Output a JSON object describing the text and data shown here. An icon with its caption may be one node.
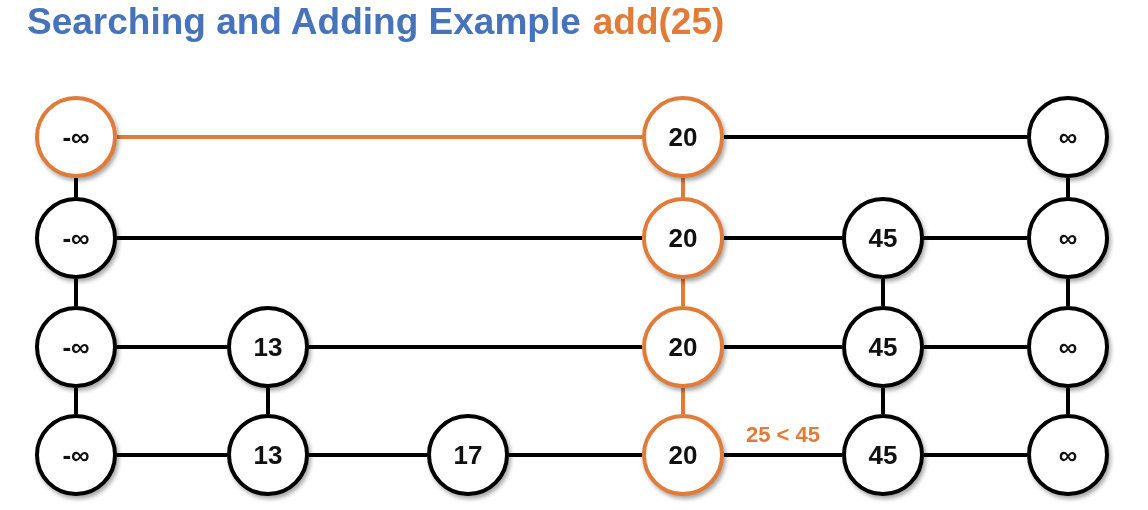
{
  "diagram": {
    "title": "Searching and Adding Example",
    "nodes": [
      {
        "text": [
          "-∞"
        ]
      },
      {
        "text": [
          "20"
        ]
      },
      {
        "text": [
          "∞"
        ]
      },
      {
        "text": [
          "-∞"
        ]
      },
      {
        "text": [
          "20"
        ]
      },
      {
        "text": [
          "45"
        ]
      },
      {
        "text": [
          "∞"
        ]
      },
      {
        "text": [
          "-∞"
        ]
      },
      {
        "text": [
          "13"
        ]
      },
      {
        "text": [
          "20"
        ]
      },
      {
        "text": [
          "45"
        ]
      },
      {
        "text": [
          "∞"
        ]
      },
      {
        "text": [
          "-∞"
        ]
      },
      {
        "text": [
          "13"
        ]
      },
      {
        "text": [
          "17"
        ]
      },
      {
        "text": [
          "20"
        ]
      },
      {
        "text": [
          "45"
        ]
      },
      {
        "text": [
          "∞"
        ]
      }
    ],
    "edges": [
      {
        "from": 0,
        "to": 1,
        "arrow": "none",
        "color": "#e07b39"
      },
      {
        "from": 1,
        "to": 2,
        "arrow": "none"
      },
      {
        "from": 3,
        "to": 4,
        "arrow": "none"
      },
      {
        "from": 4,
        "to": 5,
        "arrow": "none"
      },
      {
        "from": 5,
        "to": 6,
        "arrow": "none"
      },
      {
        "from": 7,
        "to": 8,
        "arrow": "none"
      },
      {
        "from": 8,
        "to": 9,
        "arrow": "none"
      },
      {
        "from": 9,
        "to": 10,
        "arrow": "none"
      },
      {
        "from": 10,
        "to": 11,
        "arrow": "none"
      },
      {
        "from": 12,
        "to": 13,
        "arrow": "none"
      },
      {
        "from": 13,
        "to": 14,
        "arrow": "none"
      },
      {
        "from": 14,
        "to": 15,
        "arrow": "none"
      },
      {
        "from": 15,
        "to": 16,
        "arrow": "none",
        "label": "25 < 45"
      },
      {
        "from": 16,
        "to": 17,
        "arrow": "none"
      },
      {
        "from": 0,
        "to": 3,
        "arrow": "none"
      },
      {
        "from": 3,
        "to": 7,
        "arrow": "none"
      },
      {
        "from": 7,
        "to": 12,
        "arrow": "none"
      },
      {
        "from": 8,
        "to": 13,
        "arrow": "none"
      },
      {
        "from": 1,
        "to": 4,
        "arrow": "none",
        "color": "#e07b39"
      },
      {
        "from": 4,
        "to": 9,
        "arrow": "none",
        "color": "#e07b39"
      },
      {
        "from": 9,
        "to": 15,
        "arrow": "none",
        "color": "#e07b39"
      },
      {
        "from": 5,
        "to": 10,
        "arrow": "none"
      },
      {
        "from": 10,
        "to": 16,
        "arrow": "none"
      },
      {
        "from": 2,
        "to": 6,
        "arrow": "none"
      },
      {
        "from": 6,
        "to": 11,
        "arrow": "none"
      },
      {
        "from": 11,
        "to": 17,
        "arrow": "none"
      }
    ],
    "labels": [
      "add(25)"
    ]
  }
}
